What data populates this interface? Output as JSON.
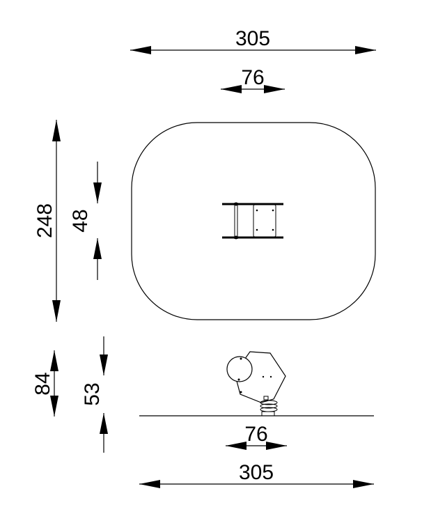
{
  "drawing": {
    "type": "technical-drawing",
    "subject": "spring rocker playground equipment",
    "views": [
      "plan-view",
      "side-elevation"
    ],
    "line_color": "#000000",
    "background": "#ffffff"
  },
  "dimensions": {
    "top_width": "305",
    "top_inner_width": "76",
    "left_total_height": "248",
    "left_inner_height": "48",
    "side_total_height": "84",
    "side_clearance_height": "53",
    "bottom_inner_width": "76",
    "bottom_width": "305"
  }
}
